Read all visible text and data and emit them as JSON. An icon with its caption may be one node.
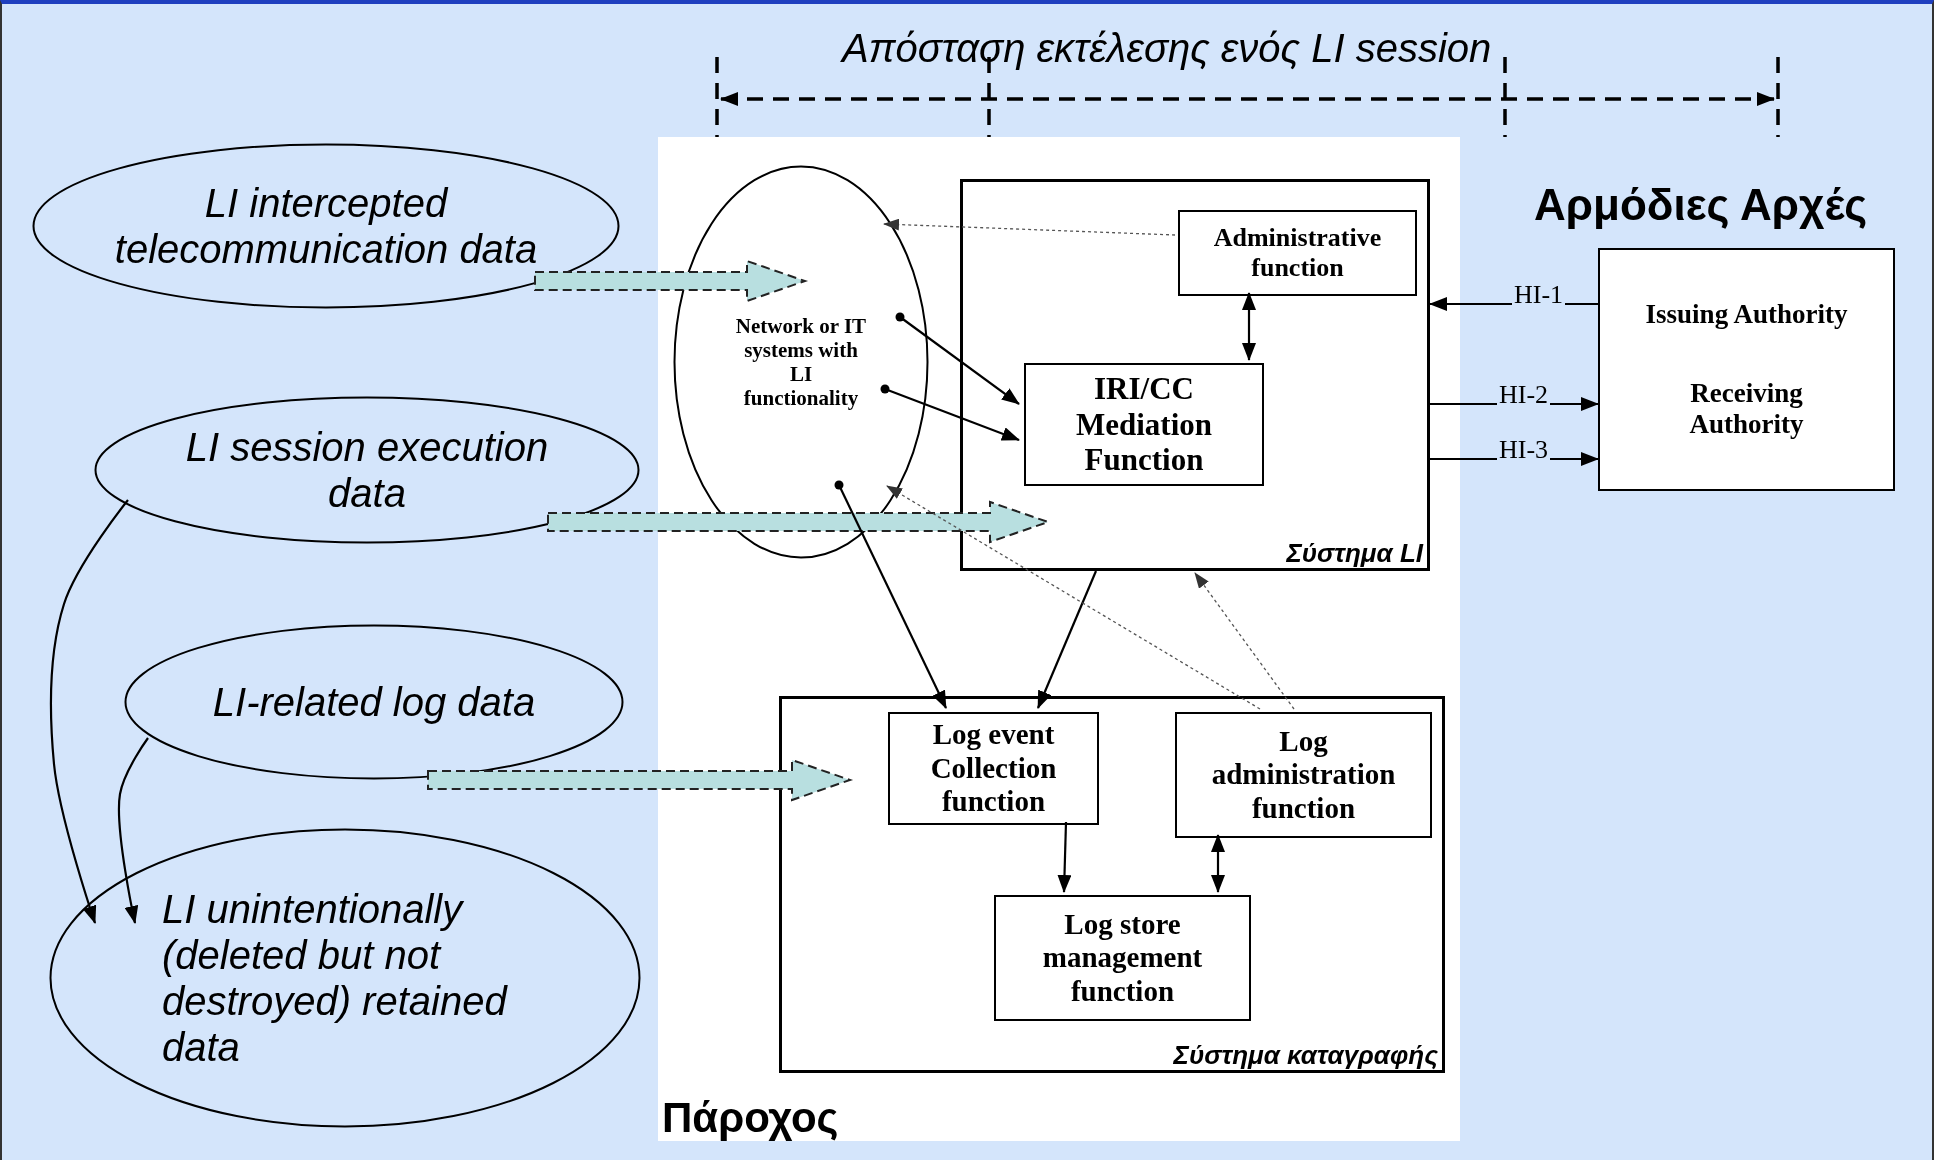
{
  "diagram": {
    "nodes": [
      {
        "text": [
          "LI intercepted telecommunication data"
        ]
      },
      {
        "text": [
          "LI session execution data"
        ]
      },
      {
        "text": [
          "LI-related log data"
        ]
      },
      {
        "text": [
          "LI unintentionally (deleted but not destroyed) retained data"
        ]
      },
      {
        "text": [
          "Πάροχος"
        ]
      },
      {
        "text": [
          "Network or IT systems with LI functionality"
        ],
        "in": 4
      },
      {
        "text": [
          "Σύστημα LI"
        ],
        "in": 4
      },
      {
        "text": [
          "Administrative function"
        ],
        "in": 6
      },
      {
        "text": [
          "IRI/CC Mediation Function"
        ],
        "in": 6
      },
      {
        "text": [
          "Σύστημα καταγραφής"
        ],
        "in": 4
      },
      {
        "text": [
          "Log event Collection function"
        ],
        "in": 9
      },
      {
        "text": [
          "Log administration function"
        ],
        "in": 9
      },
      {
        "text": [
          "Log store management function"
        ],
        "in": 9
      },
      {
        "text": [
          "Issuing Authority",
          "Receiving Authority"
        ]
      }
    ],
    "edges": [
      {
        "from": 0,
        "to": 5,
        "arrow": "to",
        "style": "dashed",
        "color": "#b8dfe0"
      },
      {
        "from": 1,
        "to": 6,
        "arrow": "to",
        "style": "dashed",
        "color": "#b8dfe0"
      },
      {
        "from": 2,
        "to": 9,
        "arrow": "to",
        "style": "dashed",
        "color": "#b8dfe0"
      },
      {
        "from": 1,
        "to": 3,
        "arrow": "to"
      },
      {
        "from": 2,
        "to": 3,
        "arrow": "to"
      },
      {
        "from": 7,
        "to": 5,
        "arrow": "to",
        "style": "dashed",
        "color": "#555555"
      },
      {
        "from": 5,
        "to": 8,
        "arrow": "to"
      },
      {
        "from": 5,
        "to": 8,
        "arrow": "to"
      },
      {
        "from": 5,
        "to": 10,
        "arrow": "to"
      },
      {
        "from": 6,
        "to": 10,
        "arrow": "to"
      },
      {
        "from": 11,
        "to": 5,
        "arrow": "to",
        "style": "dashed",
        "color": "#555555"
      },
      {
        "from": 11,
        "to": 6,
        "arrow": "to",
        "style": "dashed",
        "color": "#555555"
      },
      {
        "from": 7,
        "to": 8,
        "arrow": "both"
      },
      {
        "from": 10,
        "to": 12,
        "arrow": "to"
      },
      {
        "from": 11,
        "to": 12,
        "arrow": "both"
      },
      {
        "from": 13,
        "to": 6,
        "label": "HI-1",
        "arrow": "to"
      },
      {
        "from": 6,
        "to": 13,
        "label": "HI-2",
        "arrow": "to"
      },
      {
        "from": 6,
        "to": 13,
        "label": "HI-3",
        "arrow": "to"
      }
    ],
    "labels": [
      "Απόσταση εκτέλεσης ενός LI session",
      "Αρμόδιες Αρχές"
    ]
  }
}
